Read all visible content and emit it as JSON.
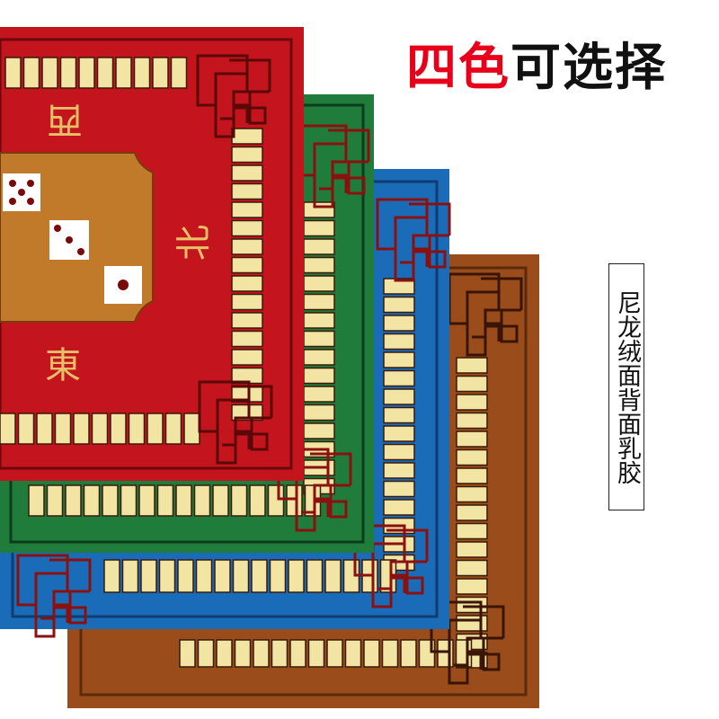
{
  "headline": {
    "accent": "四色",
    "rest": "可选择"
  },
  "side_caption": "尼龙绒面背面乳胶",
  "mat_labels": {
    "west": "西",
    "north": "北",
    "east": "東"
  },
  "colors": {
    "red_mat": "#c4141d",
    "green_mat": "#1f7c3a",
    "blue_mat": "#1b6cb8",
    "brown_mat": "#9a4d1a",
    "tile": "#f2e4a2",
    "center_panel": "#c07a2a",
    "headline_accent": "#e8001a"
  }
}
